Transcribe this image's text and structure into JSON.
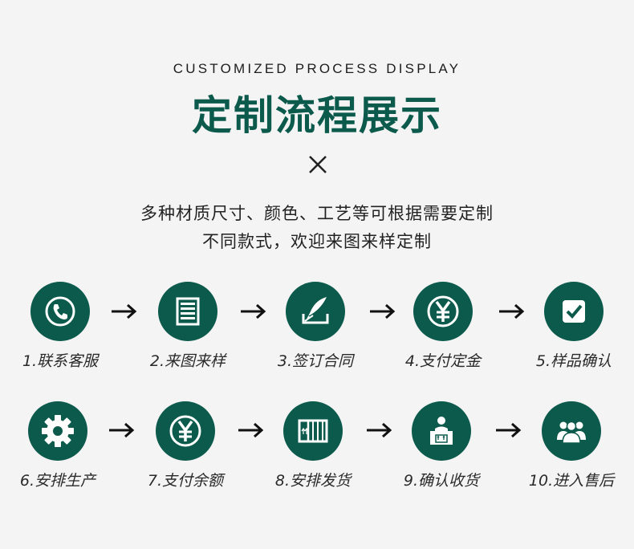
{
  "header": {
    "subtitle_en": "CUSTOMIZED PROCESS DISPLAY",
    "title": "定制流程展示",
    "desc_line1": "多种材质尺寸、颜色、工艺等可根据需要定制",
    "desc_line2": "不同款式，欢迎来图来样定制"
  },
  "colors": {
    "accent": "#0b5a4c",
    "background": "#f5f4f4"
  },
  "steps": [
    {
      "label": "1.联系客服",
      "icon": "phone-icon"
    },
    {
      "label": "2.来图来样",
      "icon": "document-icon"
    },
    {
      "label": "3.签订合同",
      "icon": "quill-sign-icon"
    },
    {
      "label": "4.支付定金",
      "icon": "yen-icon"
    },
    {
      "label": "5.样品确认",
      "icon": "checkbox-icon"
    },
    {
      "label": "6.安排生产",
      "icon": "gear-icon"
    },
    {
      "label": "7.支付余额",
      "icon": "yen-icon"
    },
    {
      "label": "8.安排发货",
      "icon": "container-icon"
    },
    {
      "label": "9.确认收货",
      "icon": "delivery-box-icon"
    },
    {
      "label": "10.进入售后",
      "icon": "team-icon"
    }
  ]
}
